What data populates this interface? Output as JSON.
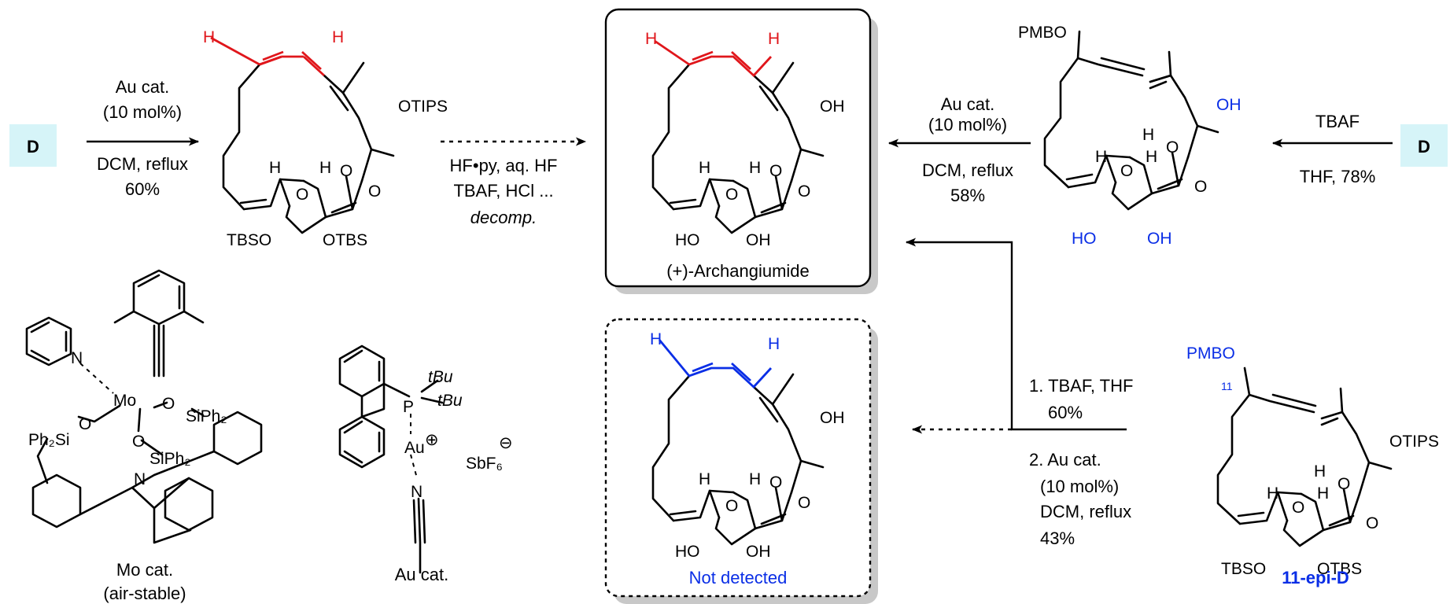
{
  "colors": {
    "allene_highlight": "#e0161b",
    "epimer_highlight": "#0a2ee6",
    "hydroxyl_blue": "#0a2ee6",
    "badge_fill": "#d6f4f8",
    "box_shadow": "#c8c8c8"
  },
  "badges": {
    "left": "D",
    "right": "D"
  },
  "top_left_rxn": {
    "reagent1": "Au cat.",
    "reagent2": "(10 mol%)",
    "condition": "DCM, reflux",
    "yield": "60%"
  },
  "deprotection": {
    "line1": "HF•py, aq. HF",
    "line2": "TBAF, HCl ...",
    "result": "decomp."
  },
  "top_right_rxn": {
    "reagent1": "Au cat.",
    "reagent2": "(10 mol%)",
    "condition": "DCM, reflux",
    "yield": "58%"
  },
  "far_right_rxn": {
    "reagent": "TBAF",
    "condition": "THF, 78%"
  },
  "two_step_rxn": {
    "step1": "1. TBAF, THF",
    "step1_yield": "60%",
    "step2": "2. Au cat.",
    "step2_loading": "(10 mol%)",
    "step2_condition": "DCM, reflux",
    "step2_yield": "43%"
  },
  "products": {
    "natural": "(+)-Archangiumide",
    "epimer": "Not detected"
  },
  "atom_labels": {
    "otips": "OTIPS",
    "otbs": "OTBS",
    "tbso": "TBSO",
    "oh": "OH",
    "ho": "HO",
    "pmbo": "PMBO",
    "h": "H",
    "o": "O",
    "locant": "11",
    "n": "N",
    "mo": "Mo",
    "ph2si": "Ph₂Si",
    "siph2": "SiPh₂",
    "p": "P",
    "tbu": "tBu",
    "au": "Au",
    "plus": "⊕",
    "minus": "⊖",
    "sbf6": "SbF₆"
  },
  "catalysts": {
    "mo_name": "Mo cat.",
    "mo_note": "(air-stable)",
    "au_name": "Au cat."
  },
  "epi_label": "11-epi-D"
}
